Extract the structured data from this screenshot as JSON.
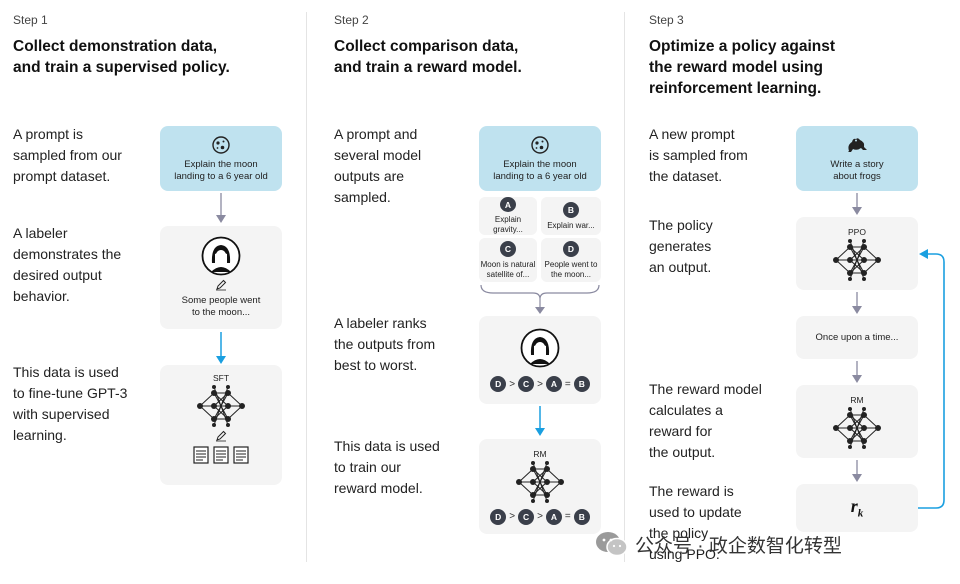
{
  "step1": {
    "label": "Step 1",
    "title_line1": "Collect demonstration data,",
    "title_line2": "and train a supervised policy.",
    "desc1": [
      "A prompt is",
      "sampled from our",
      "prompt dataset."
    ],
    "desc2": [
      "A labeler",
      "demonstrates the",
      "desired output",
      "behavior."
    ],
    "desc3": [
      "This data is used",
      "to fine-tune GPT-3",
      "with supervised",
      "learning."
    ],
    "prompt_text": [
      "Explain the moon",
      "landing to a 6 year old"
    ],
    "demo_text": [
      "Some people went",
      "to the moon..."
    ],
    "model_label": "SFT"
  },
  "step2": {
    "label": "Step 2",
    "title_line1": "Collect comparison data,",
    "title_line2": "and train a reward model.",
    "desc1": [
      "A prompt and",
      "several model",
      "outputs are",
      "sampled."
    ],
    "desc2": [
      "A labeler ranks",
      "the outputs from",
      "best to worst."
    ],
    "desc3": [
      "This data is used",
      "to train our",
      "reward model."
    ],
    "prompt_text": [
      "Explain the moon",
      "landing to a 6 year old"
    ],
    "outputs": [
      {
        "letter": "A",
        "text": [
          "Explain gravity..."
        ]
      },
      {
        "letter": "B",
        "text": [
          "Explain war..."
        ]
      },
      {
        "letter": "C",
        "text": [
          "Moon is natural",
          "satellite of..."
        ]
      },
      {
        "letter": "D",
        "text": [
          "People went to",
          "the moon..."
        ]
      }
    ],
    "ranking": [
      "D",
      ">",
      "C",
      ">",
      "A",
      "=",
      "B"
    ],
    "model_label": "RM"
  },
  "step3": {
    "label": "Step 3",
    "title_line1": "Optimize a policy against",
    "title_line2": "the reward model using",
    "title_line3": "reinforcement learning.",
    "desc1": [
      "A new prompt",
      "is sampled from",
      "the dataset."
    ],
    "desc2": [
      "The policy",
      "generates",
      "an output."
    ],
    "desc3": [
      "The reward model",
      "calculates a",
      "reward for",
      "the output."
    ],
    "desc4": [
      "The reward is",
      "used to update",
      "the policy",
      "using PPO."
    ],
    "prompt_text": [
      "Write a story",
      "about frogs"
    ],
    "policy_label": "PPO",
    "output_text": "Once upon a time...",
    "rm_label": "RM",
    "reward_symbol": "r",
    "reward_sub": "k"
  },
  "watermark": {
    "text": "公众号 · 政企数智化转型"
  },
  "colors": {
    "blue_card": "#bfe2ef",
    "gray_card": "#f4f4f4",
    "arrow_blue": "#1a9fe0",
    "arrow_gray": "#8a8aa0"
  }
}
